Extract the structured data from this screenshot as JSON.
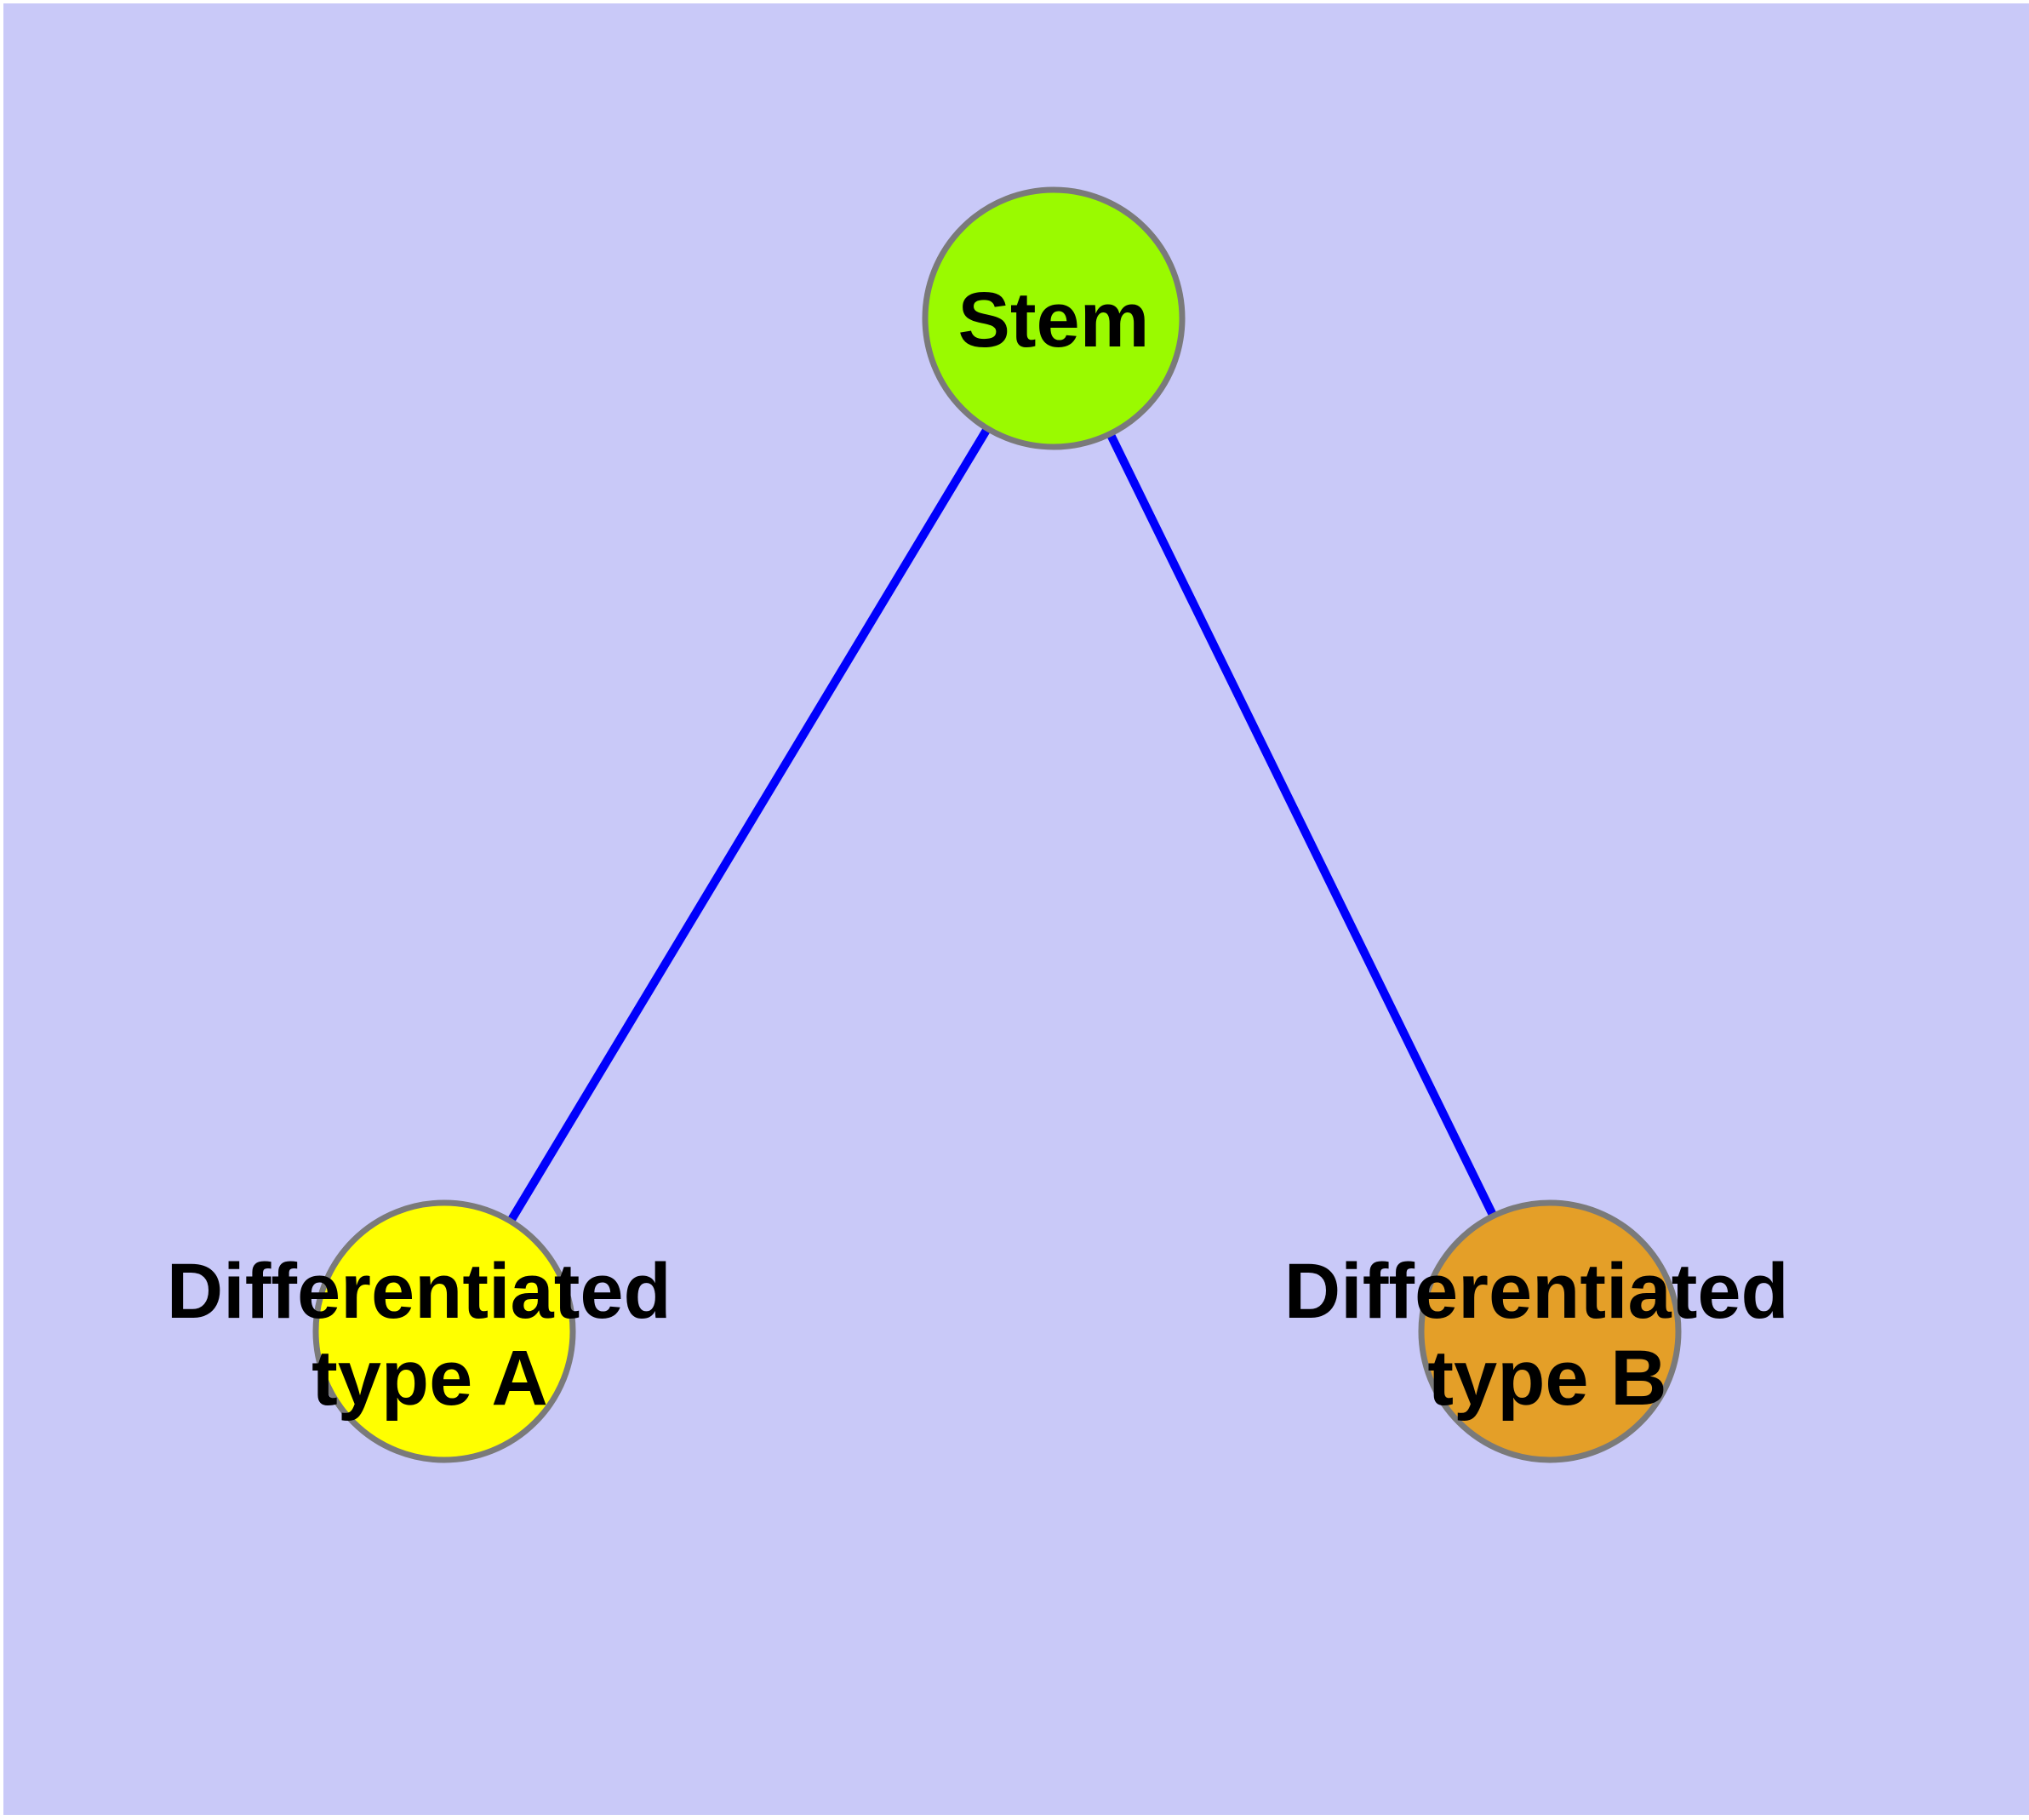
{
  "page": {
    "margin_color": "#ffffff",
    "panel_color": "#C9C9F8"
  },
  "diagram": {
    "type": "graph",
    "text_color": "#000000",
    "node_border_color": "#7A7A7A",
    "edge_color": "#0000FB",
    "nodes": [
      {
        "id": "stem",
        "label": "Stem",
        "fill": "#9AFA00",
        "border_color": "#7A7A7A"
      },
      {
        "id": "differentiated-type-a",
        "label_line1": "Differentiated",
        "label_line2": "type A",
        "fill": "#FFFF00",
        "border_color": "#7A7A7A"
      },
      {
        "id": "differentiated-type-b",
        "label_line1": "Differentiated",
        "label_line2": "type B",
        "fill": "#E49F28",
        "border_color": "#7A7A7A"
      }
    ],
    "edges": [
      {
        "from": "stem",
        "to": "differentiated-type-a",
        "color": "#0000FB"
      },
      {
        "from": "stem",
        "to": "differentiated-type-b",
        "color": "#0000FB"
      }
    ]
  }
}
